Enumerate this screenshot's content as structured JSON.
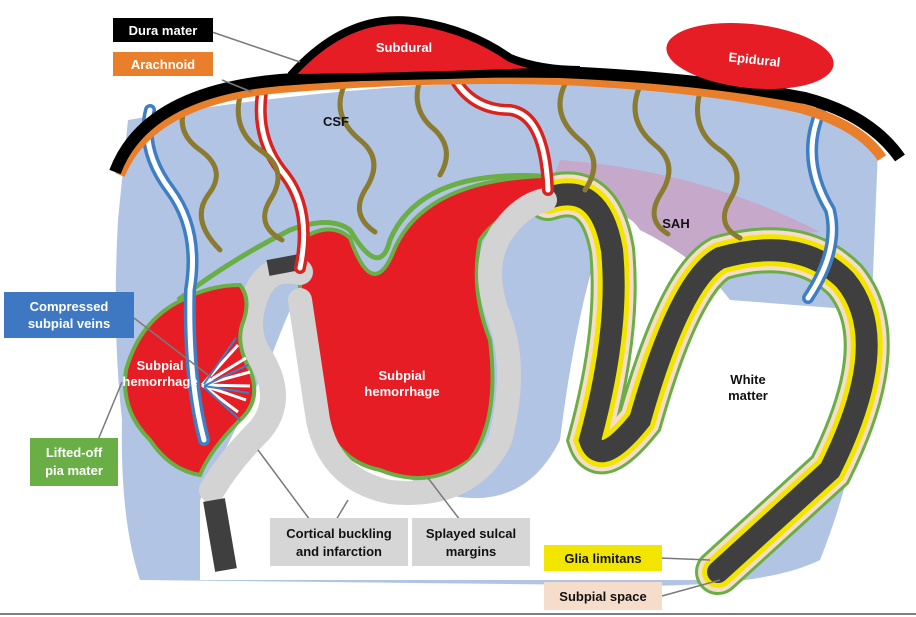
{
  "labels": {
    "dura_mater": "Dura mater",
    "arachnoid": "Arachnoid",
    "subdural": "Subdural",
    "epidural": "Epidural",
    "csf": "CSF",
    "sah": "SAH",
    "compressed_veins_l1": "Compressed",
    "compressed_veins_l2": "subpial veins",
    "subpial_hem_left_l1": "Subpial",
    "subpial_hem_left_l2": "hemorrhage",
    "subpial_hem_center_l1": "Subpial",
    "subpial_hem_center_l2": "hemorrhage",
    "white_matter_l1": "White",
    "white_matter_l2": "matter",
    "lifted_pia_l1": "Lifted-off",
    "lifted_pia_l2": "pia mater",
    "cortical_buckling_l1": "Cortical buckling",
    "cortical_buckling_l2": "and infarction",
    "splayed_sulcal_l1": "Splayed sulcal",
    "splayed_sulcal_l2": "margins",
    "glia_limitans": "Glia limitans",
    "subpial_space": "Subpial space"
  },
  "colors": {
    "dura": "#000000",
    "arachnoid": "#e97f2b",
    "csf": "#b1c4e4",
    "hemorrhage": "#e61d25",
    "sah": "#c9a6c6",
    "cortex_dark": "#3f3f3f",
    "cortex_gray": "#d3d3d3",
    "pia": "#6aae46",
    "glia": "#f2e600",
    "subpial_space": "#f6dccb",
    "vein_blue": "#3f7ec2",
    "artery_red": "#d8231f",
    "trabecula": "#8b7b31",
    "label_blue": "#3f78c2",
    "label_green": "#6aae46",
    "label_gray": "#d6d6d6",
    "label_peach": "#f6dccb"
  }
}
